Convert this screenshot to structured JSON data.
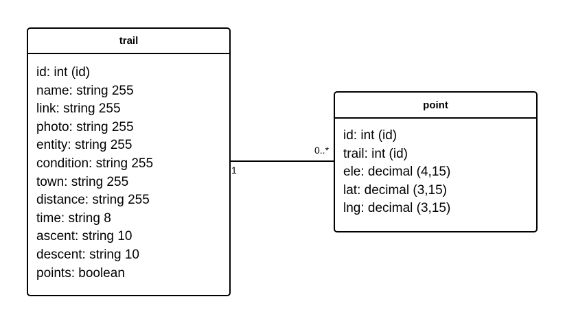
{
  "entities": {
    "trail": {
      "title": "trail",
      "attributes": [
        "id: int (id)",
        "name: string 255",
        "link: string 255",
        "photo: string 255",
        "entity: string 255",
        "condition: string 255",
        "town: string 255",
        "distance: string 255",
        "time: string 8",
        "ascent: string 10",
        "descent: string 10",
        "points: boolean"
      ]
    },
    "point": {
      "title": "point",
      "attributes": [
        "id: int (id)",
        "trail: int (id)",
        "ele: decimal (4,15)",
        "lat: decimal (3,15)",
        "lng: decimal (3,15)"
      ]
    }
  },
  "relation": {
    "trail_multiplicity": "1",
    "point_multiplicity": "0..*"
  }
}
